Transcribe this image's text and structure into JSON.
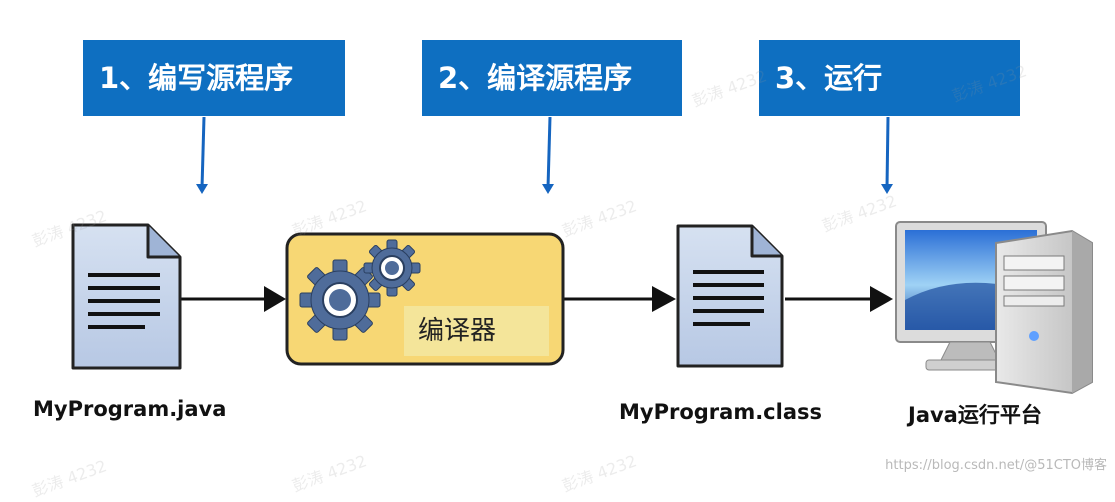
{
  "steps": [
    {
      "label": "1、编写源程序"
    },
    {
      "label": "2、编译源程序"
    },
    {
      "label": "3、运行"
    }
  ],
  "compiler": {
    "label": "编译器"
  },
  "captions": {
    "source_file": "MyProgram.java",
    "class_file": "MyProgram.class",
    "platform": "Java运行平台"
  },
  "watermark": {
    "repeated_text": "彭涛 4232",
    "url_text": "https://blog.csdn.net/@51CTO博客"
  },
  "colors": {
    "step_box": "#0e6fc1",
    "compiler_fill": "#f7d774",
    "compiler_label_fill": "#f4e59a",
    "document_fill": "#c5d4ea",
    "arrow": "#111111"
  },
  "icons": {
    "source_file": "document-icon",
    "class_file": "document-icon",
    "compiler": "gears-icon",
    "platform": "desktop-computer-icon"
  }
}
